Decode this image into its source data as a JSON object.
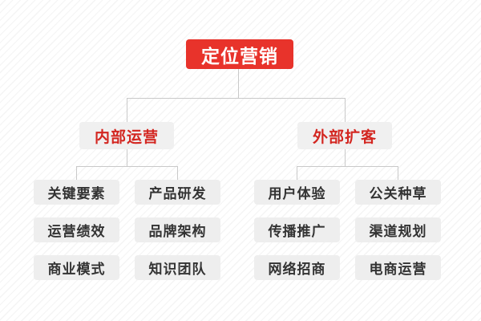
{
  "diagram": {
    "title": "定位营销",
    "type": "organization-tree",
    "colors": {
      "root_background": "#e8332b",
      "root_text": "#ffffff",
      "branch_background": "#f0f0f0",
      "branch_text": "#d32620",
      "leaf_background": "#eeeeee",
      "leaf_text": "#333333",
      "connector": "#c9c9c9",
      "canvas_background": "#ffffff"
    },
    "root": {
      "label": "定位营销"
    },
    "branches": [
      {
        "label": "内部运营",
        "columns": [
          {
            "items": [
              "关键要素",
              "运营绩效",
              "商业模式"
            ]
          },
          {
            "items": [
              "产品研发",
              "品牌架构",
              "知识团队"
            ]
          }
        ]
      },
      {
        "label": "外部扩客",
        "columns": [
          {
            "items": [
              "用户体验",
              "传播推广",
              "网络招商"
            ]
          },
          {
            "items": [
              "公关种草",
              "渠道规划",
              "电商运营"
            ]
          }
        ]
      }
    ],
    "leaves": {
      "col_1": [
        "关键要素",
        "运营绩效",
        "商业模式"
      ],
      "col_2": [
        "产品研发",
        "品牌架构",
        "知识团队"
      ],
      "col_3": [
        "用户体验",
        "传播推广",
        "网络招商"
      ],
      "col_4": [
        "公关种草",
        "渠道规划",
        "电商运营"
      ]
    }
  }
}
